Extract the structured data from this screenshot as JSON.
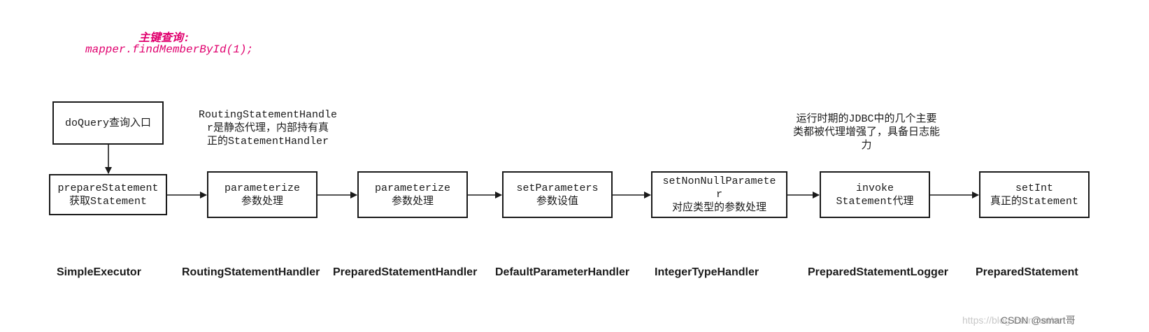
{
  "title": {
    "line1": "主键查询:",
    "line2": "mapper.findMemberById(1);"
  },
  "entry_box": {
    "text": "doQuery查询入口"
  },
  "boxes": [
    {
      "line1": "prepareStatement",
      "line2": "获取Statement",
      "line3": ""
    },
    {
      "line1": "parameterize",
      "line2": "参数处理",
      "line3": ""
    },
    {
      "line1": "parameterize",
      "line2": "参数处理",
      "line3": ""
    },
    {
      "line1": "setParameters",
      "line2": "参数设值",
      "line3": ""
    },
    {
      "line1": "setNonNullParamete",
      "line2": "r",
      "line3": "对应类型的参数处理"
    },
    {
      "line1": "invoke",
      "line2": "Statement代理",
      "line3": ""
    },
    {
      "line1": "setInt",
      "line2": "真正的Statement",
      "line3": ""
    }
  ],
  "notes": {
    "routing": [
      "RoutingStatementHandle",
      "r是静态代理，内部持有真",
      "正的StatementHandler"
    ],
    "jdbc": [
      "运行时期的JDBC中的几个主要",
      "类都被代理增强了，具备日志能",
      "力"
    ]
  },
  "class_labels": [
    "SimpleExecutor",
    "RoutingStatementHandler",
    "PreparedStatementHandler",
    "DefaultParameterHandler",
    "IntegerTypeHandler",
    "PreparedStatementLogger",
    "PreparedStatement"
  ],
  "watermark": {
    "url": "https://blog.csdn.net/m",
    "brand": "CSDN @smart哥"
  },
  "colors": {
    "title": "#e0006e",
    "stroke": "#1a1a1a"
  }
}
